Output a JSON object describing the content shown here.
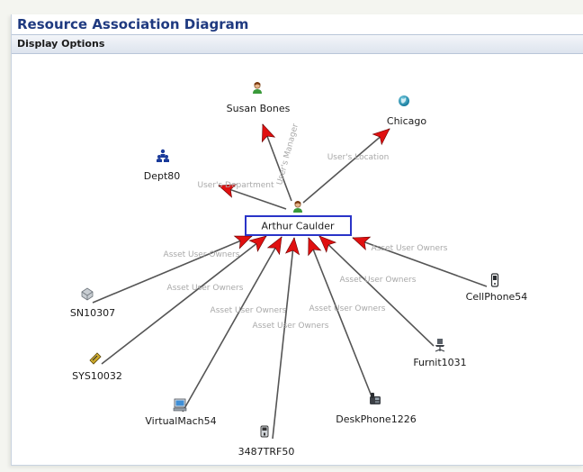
{
  "page": {
    "title": "Resource Association Diagram",
    "display_options": "Display Options"
  },
  "colors": {
    "title": "#1f3a80",
    "center_border": "#2a34c8",
    "arrow_fill": "#e01010",
    "edge_line": "#555555",
    "edge_label": "#a9a9a9"
  },
  "center": {
    "label": "Arthur Caulder",
    "icon": "person-icon"
  },
  "nodes": [
    {
      "id": "susan",
      "label": "Susan Bones",
      "icon": "person-icon",
      "relation": "User's Manager"
    },
    {
      "id": "chicago",
      "label": "Chicago",
      "icon": "globe-icon",
      "relation": "User's Location"
    },
    {
      "id": "dept80",
      "label": "Dept80",
      "icon": "department-icon",
      "relation": "User's Department"
    },
    {
      "id": "sn10307",
      "label": "SN10307",
      "icon": "server-icon",
      "relation": "Asset User Owners"
    },
    {
      "id": "sys10032",
      "label": "SYS10032",
      "icon": "chip-icon",
      "relation": "Asset User Owners"
    },
    {
      "id": "virtualmach54",
      "label": "VirtualMach54",
      "icon": "computer-icon",
      "relation": "Asset User Owners"
    },
    {
      "id": "3487trf50",
      "label": "3487TRF50",
      "icon": "device-icon",
      "relation": "Asset User Owners"
    },
    {
      "id": "deskphone1226",
      "label": "DeskPhone1226",
      "icon": "deskphone-icon",
      "relation": "Asset User Owners"
    },
    {
      "id": "furnit1031",
      "label": "Furnit1031",
      "icon": "chair-icon",
      "relation": "Asset User Owners"
    },
    {
      "id": "cellphone54",
      "label": "CellPhone54",
      "icon": "cellphone-icon",
      "relation": "Asset User Owners"
    }
  ]
}
